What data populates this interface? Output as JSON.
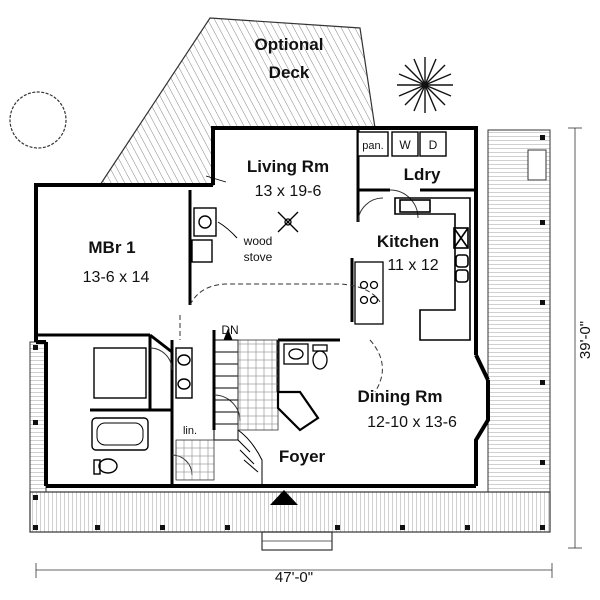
{
  "deck": {
    "line1": "Optional",
    "line2": "Deck"
  },
  "rooms": {
    "living": {
      "name": "Living Rm",
      "size": "13 x 19-6"
    },
    "mbr": {
      "name": "MBr 1",
      "size": "13-6 x 14"
    },
    "kitchen": {
      "name": "Kitchen",
      "size": "11 x 12"
    },
    "dining": {
      "name": "Dining Rm",
      "size": "12-10 x 13-6"
    },
    "laundry": {
      "name": "Ldry"
    },
    "foyer": {
      "name": "Foyer"
    }
  },
  "fixtures": {
    "pantry": "pan.",
    "washer": "W",
    "dryer": "D",
    "stove_line1": "wood",
    "stove_line2": "stove",
    "down": "DN",
    "linen": "lin."
  },
  "dimensions": {
    "width": "47'-0\"",
    "depth": "39'-0\""
  }
}
